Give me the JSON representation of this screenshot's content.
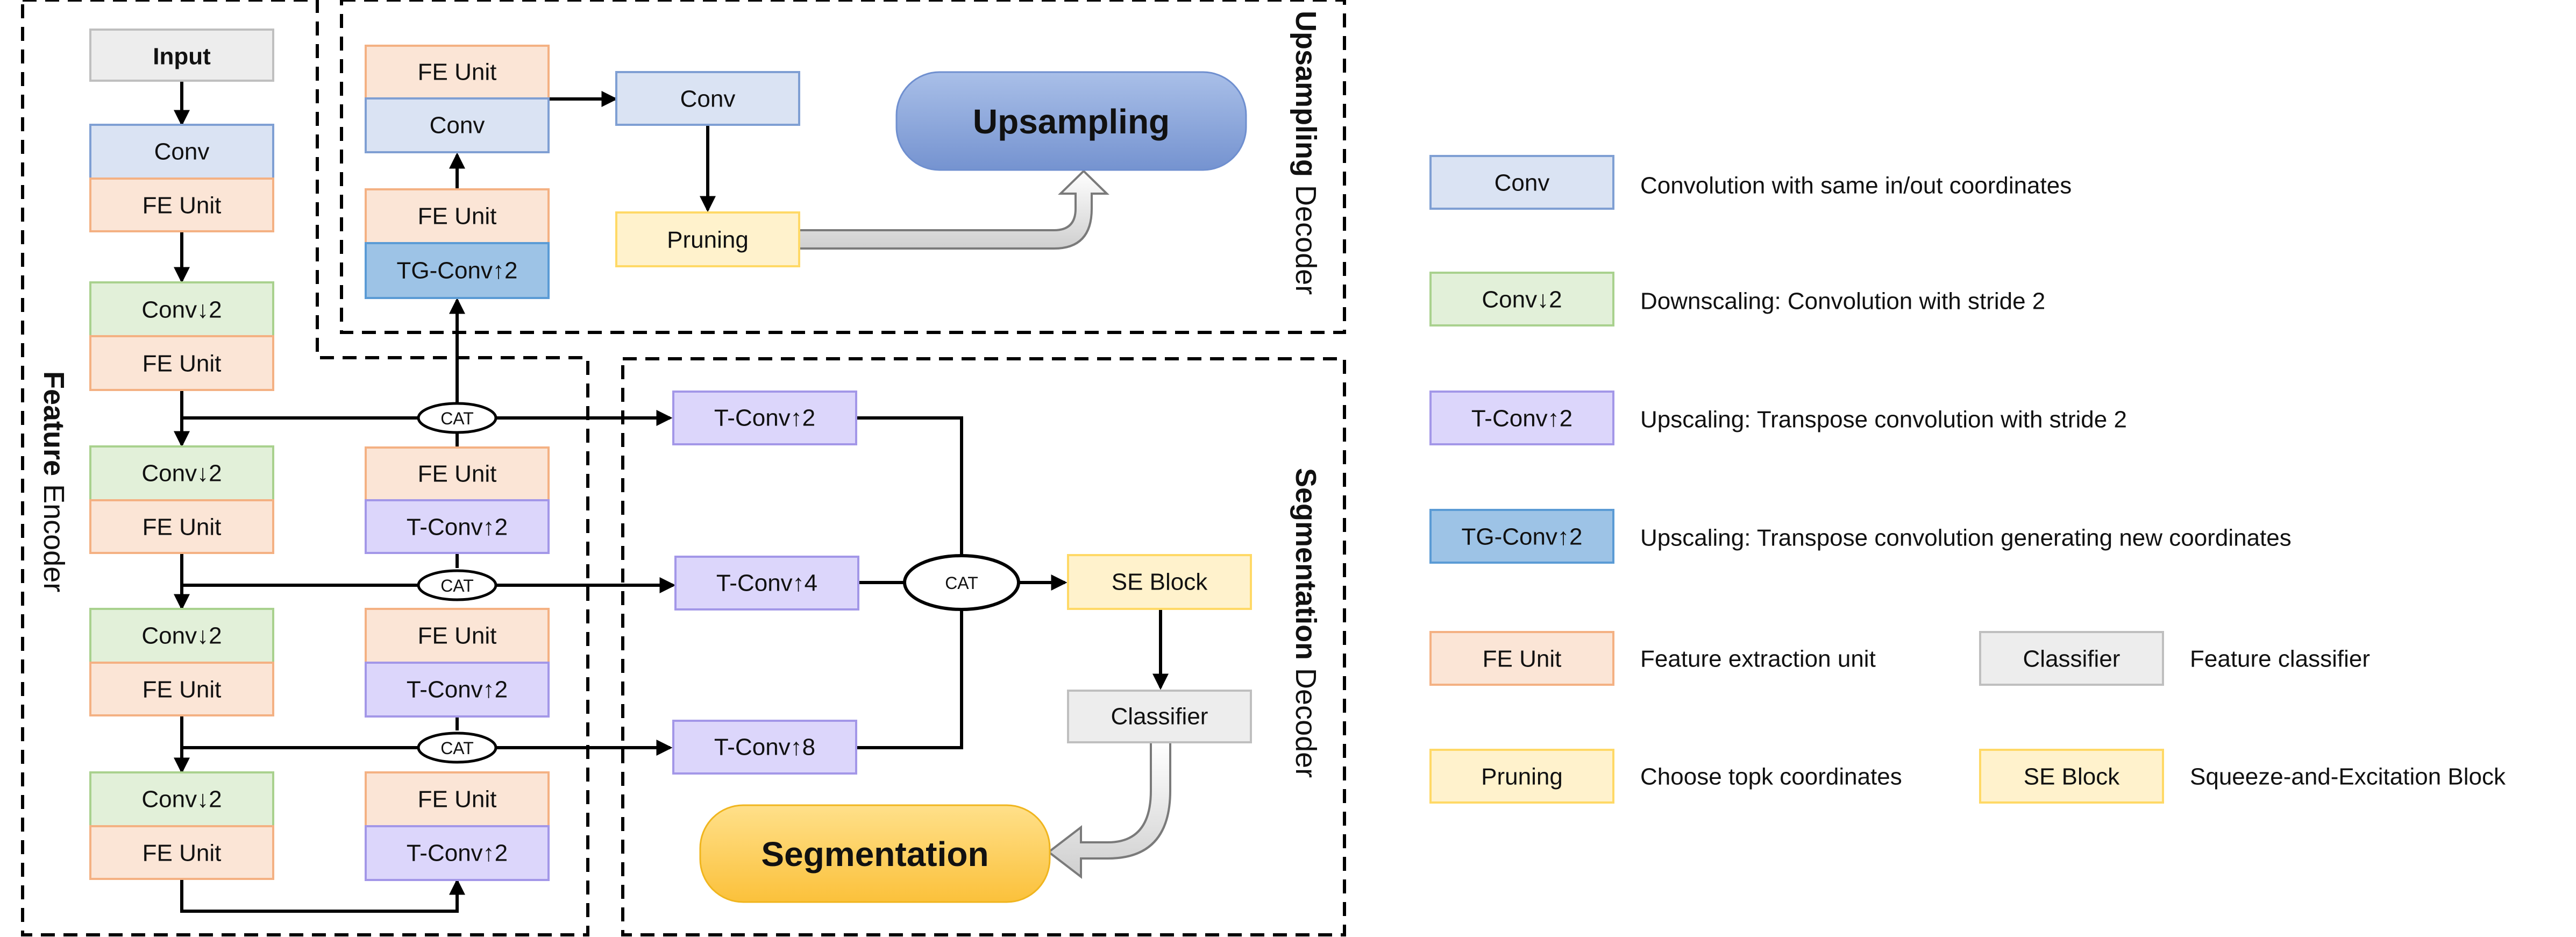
{
  "colors": {
    "conv": "#dae3f3",
    "conv_stroke": "#7f9fd3",
    "fe": "#fbe5d6",
    "fe_stroke": "#f4b183",
    "down": "#e2f0d9",
    "down_stroke": "#a9d18e",
    "tconv": "#dcd6fb",
    "tconv_stroke": "#a397e8",
    "tgconv": "#9dc3e6",
    "tgconv_stroke": "#5b9bd5",
    "pruning": "#fff2cc",
    "pruning_stroke": "#ffd966",
    "classifier": "#ededed",
    "classifier_stroke": "#bfbfbf",
    "input": "#ededed",
    "upsampling_fill": "#8faadc",
    "segmentation_fill": "#ffc000"
  },
  "labels": {
    "input": "Input",
    "conv": "Conv",
    "fe_unit": "FE Unit",
    "conv_down": "Conv↓2",
    "t_conv2": "T-Conv↑2",
    "t_conv4": "T-Conv↑4",
    "t_conv8": "T-Conv↑8",
    "tg_conv": "TG-Conv↑2",
    "cat": "CAT",
    "pruning": "Pruning",
    "se_block": "SE Block",
    "classifier": "Classifier",
    "upsampling": "Upsampling",
    "segmentation": "Segmentation"
  },
  "sections": {
    "feature_bold": "Feature",
    "feature_rest": " Encoder",
    "upsampling_bold": "Upsampling",
    "upsampling_rest": " Decoder",
    "segmentation_bold": "Segmentation",
    "segmentation_rest": " Decoder"
  },
  "legend": [
    {
      "key": "conv",
      "label": "Conv",
      "desc": "Convolution with same in/out coordinates"
    },
    {
      "key": "down",
      "label": "Conv↓2",
      "desc": "Downscaling: Convolution with stride 2"
    },
    {
      "key": "tconv",
      "label": "T-Conv↑2",
      "desc": "Upscaling: Transpose convolution with stride 2"
    },
    {
      "key": "tgconv",
      "label": "TG-Conv↑2",
      "desc": "Upscaling: Transpose convolution generating new coordinates"
    },
    {
      "key": "fe",
      "label": "FE Unit",
      "desc": "Feature extraction unit"
    },
    {
      "key": "classifier",
      "label": "Classifier",
      "desc": "Feature classifier"
    },
    {
      "key": "pruning",
      "label": "Pruning",
      "desc": "Choose topk coordinates"
    },
    {
      "key": "pruning",
      "label": "SE Block",
      "desc": "Squeeze-and-Excitation Block"
    }
  ]
}
